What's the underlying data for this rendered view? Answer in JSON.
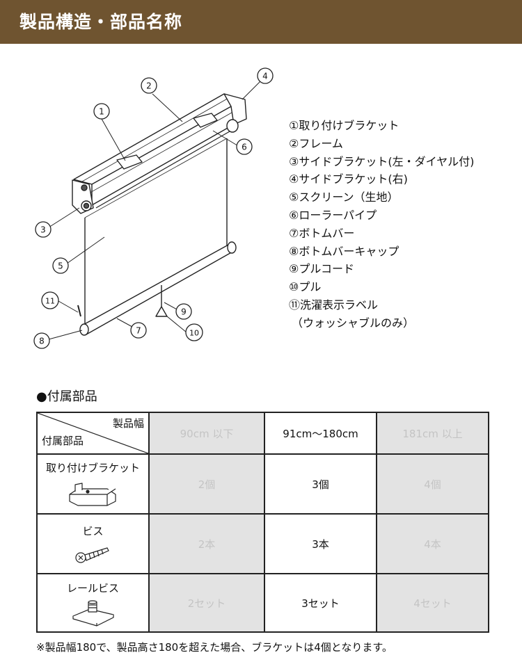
{
  "header": {
    "title": "製品構造・部品名称"
  },
  "diagram": {
    "callouts": [
      "1",
      "2",
      "3",
      "4",
      "5",
      "6",
      "7",
      "8",
      "9",
      "10",
      "11"
    ]
  },
  "parts": [
    "①取り付けブラケット",
    "②フレーム",
    "③サイドブラケット(左・ダイヤル付)",
    "④サイドブラケット(右)",
    "⑤スクリーン（生地）",
    "⑥ローラーパイプ",
    "⑦ボトムバー",
    "⑧ボトムバーキャップ",
    "⑨プルコード",
    "⑩プル",
    "⑪洗濯表示ラベル",
    "（ウォッシャブルのみ）"
  ],
  "accessories": {
    "section_title": "●付属部品",
    "corner_top": "製品幅",
    "corner_bottom": "付属部品",
    "columns": [
      "90cm 以下",
      "91cm〜180cm",
      "181cm 以上"
    ],
    "rows": [
      {
        "name": "取り付けブラケット",
        "icon": "bracket-icon",
        "values": [
          "2個",
          "3個",
          "4個"
        ]
      },
      {
        "name": "ビス",
        "icon": "screw-icon",
        "values": [
          "2本",
          "3本",
          "4本"
        ]
      },
      {
        "name": "レールビス",
        "icon": "rail-screw-icon",
        "values": [
          "2セット",
          "3セット",
          "4セット"
        ]
      }
    ]
  },
  "footnote": "※製品幅180で、製品高さ180を超えた場合、ブラケットは4個となります。"
}
